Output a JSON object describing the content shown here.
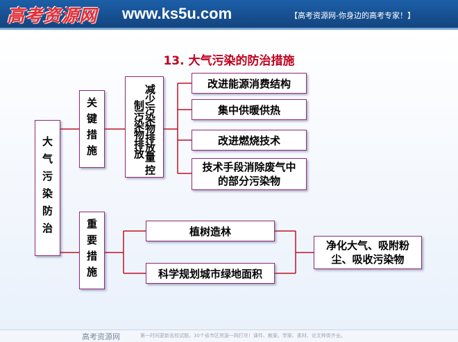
{
  "header": {
    "logo": "高考资源网",
    "url": "www.ks5u.com",
    "slogan": "【高考资源网-你身边的高考专家！】"
  },
  "diagram": {
    "title": "13. 大气污染的防治措施",
    "root": "大气污染防治",
    "key_measures": "关键措施",
    "reduce_emission": "减少污染物排放量 控制污染物排放",
    "key_items": [
      "改进能源消费结构",
      "集中供暖供热",
      "改进燃烧技术",
      "技术手段消除废气中的部分污染物"
    ],
    "important_measures": "重要措施",
    "important_items": [
      "植树造林",
      "科学规划城市绿地面积"
    ],
    "effect": "净化大气、吸附粉尘、吸收污染物"
  },
  "footer": {
    "logo": "高考资源网",
    "text": "第一时间更新名校试题，30个省市区资源一网打尽！课件、教案、学案、素材、论文种类齐全。"
  },
  "colors": {
    "banner": "#1c5fa8",
    "title": "#c0001e",
    "border": "#8c2a7a",
    "line": "#c01020"
  }
}
